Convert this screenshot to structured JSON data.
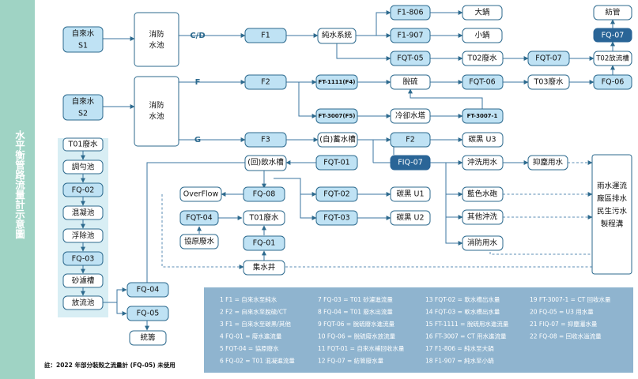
{
  "side_title": "水平衡管路流量計示意圖",
  "labels": {
    "tap1": "自來水",
    "s1": "S1",
    "tap2": "自來水",
    "s2": "S2",
    "pool1_a": "消防",
    "pool1_b": "水池",
    "pool2_a": "消防",
    "pool2_b": "水池",
    "cd": "C/D",
    "f": "F",
    "g": "G",
    "f1": "F1",
    "f2": "F2",
    "f3": "F3",
    "f2b": "F2",
    "pure": "純水系統",
    "f1_806": "F1-806",
    "f1_907": "F1-907",
    "big_pot": "大鍋",
    "small_pot": "小鍋",
    "fqt05": "FQT-05",
    "t02w": "T02廢水",
    "fqt07": "FQT-07",
    "t02tank": "T02放流槽",
    "spin": "紡管",
    "fq07": "FQ-07",
    "ft1111": "FT-1111(F4)",
    "desulf": "脫硫",
    "fqt06": "FQT-06",
    "t03w": "T03廢水",
    "fq06": "FQ-06",
    "ft3007": "FT-3007(F5)",
    "cooling": "冷卻水塔",
    "ft3007_1": "FT-3007-1",
    "storage": "(自)蓄水槽",
    "carbon_u3": "碳黑 U3",
    "t01w": "T01廢水",
    "adjust": "調勻池",
    "fq02": "FQ-02",
    "coag": "混凝池",
    "float": "浮除池",
    "fq03": "FQ-03",
    "sand": "砂濾槽",
    "discharge": "放流池",
    "recycle": "(回)飲水槽",
    "fqt01": "FQT-01",
    "fiq07": "FIQ-07",
    "flush": "沖洗用水",
    "dust": "抑塵用水",
    "overflow": "OverFlow",
    "fq08": "FQ-08",
    "fqt02": "FQT-02",
    "carbon_u1": "碳黑 U1",
    "blue_gun": "藍色水砲",
    "fqt04": "FQT-04",
    "t01w2": "T01廢水",
    "fqt03": "FQT-03",
    "carbon_u2": "碳黑 U2",
    "other_flush": "其他沖洗",
    "assoc": "協原廢水",
    "fq01": "FQ-01",
    "fire_water": "消防用水",
    "sump": "集水井",
    "rain1": "雨水運流",
    "rain2": "廠區排水",
    "rain3": "民生污水",
    "rain4": "製程溝",
    "fq04": "FQ-04",
    "fq05": "FQ-05",
    "canal": "統籌"
  },
  "legend": [
    [
      "1  F1 = 自來水至純水",
      "2  F2 = 自來水至脫硫/CT",
      "3  F1 = 自來水至碳黑/其他",
      "4  FQ-01 = 廢水進流量",
      "5  FQT-04 = 協原廢水",
      "6  FQ-02 = T01 混凝進流量"
    ],
    [
      "7  FQ-03 = T01 砂濾進流量",
      "8  FQ-04 = T01 廢水出流量",
      "9  FQT-06 = 脫硫廢水進流量",
      "10  FQ-06 = 脫硫廢水放流量",
      "11  FQT-01 = 自來水補回收水量",
      "12  FQ-07 = 紡管廢水量"
    ],
    [
      "13  FQT-02 = 軟水槽出水量",
      "14  FQT-03 = 軟水槽出水量",
      "15  FT-1111 = 脫硫用水進流量",
      "16  FT-3007 = CT 用水進流量",
      "17  F1-806 = 純水至大鍋",
      "18  F1-907 = 純水至小鍋"
    ],
    [
      "19  FT-3007-1 = CT 回收水量",
      "20  FQ-05 = U3 用水量",
      "21  FIQ-07 = 抑塵灑水量",
      "22  FQ-08 = 回收水溢流量"
    ]
  ],
  "note": "註：2022 年部分裝殼之流量計 (FQ-05) 未使用",
  "colors": {
    "side": "#9fd3c4",
    "box_stroke": "#2d6a8e",
    "light_fill": "#bfe2f4",
    "dark_fill": "#2a6597",
    "legend_bg": "#8fb4cf"
  }
}
